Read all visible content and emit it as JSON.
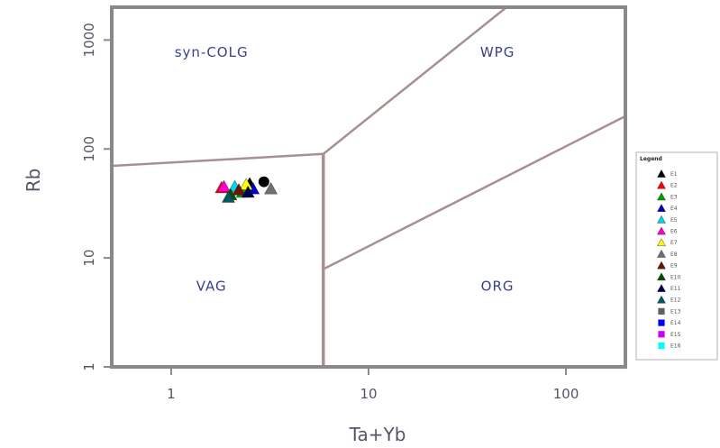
{
  "chart_data": {
    "type": "scatter",
    "title": "",
    "xlabel": "Ta+Yb",
    "ylabel": "Rb",
    "x_scale": "log",
    "y_scale": "log",
    "xlim": [
      0.5,
      200
    ],
    "ylim": [
      1,
      2000
    ],
    "x_ticks": [
      {
        "value": 1,
        "label": "1"
      },
      {
        "value": 10,
        "label": "10"
      },
      {
        "value": 100,
        "label": "100"
      }
    ],
    "y_ticks": [
      {
        "value": 1,
        "label": "1"
      },
      {
        "value": 10,
        "label": "10"
      },
      {
        "value": 100,
        "label": "100"
      },
      {
        "value": 1000,
        "label": "1000"
      }
    ],
    "grid": false,
    "legend_position": "right",
    "legend_title": "Legend",
    "boundaries": [
      {
        "points": [
          [
            0.5,
            70
          ],
          [
            5.9,
            90
          ]
        ]
      },
      {
        "points": [
          [
            5.9,
            90
          ],
          [
            5.9,
            1
          ]
        ]
      },
      {
        "points": [
          [
            5.9,
            90
          ],
          [
            50,
            2000
          ]
        ]
      },
      {
        "points": [
          [
            6,
            8
          ],
          [
            200,
            200
          ]
        ]
      }
    ],
    "fields": [
      {
        "label": "syn-COLG",
        "x": 1.6,
        "y": 700
      },
      {
        "label": "WPG",
        "x": 45,
        "y": 700
      },
      {
        "label": "VAG",
        "x": 1.6,
        "y": 5
      },
      {
        "label": "ORG",
        "x": 45,
        "y": 5
      }
    ],
    "series": [
      {
        "name": "E1",
        "marker": "triangle",
        "color": "#000000",
        "points": [
          [
            2.5,
            48
          ]
        ]
      },
      {
        "name": "E2",
        "marker": "triangle",
        "color": "#ff0000",
        "points": [
          [
            1.8,
            44
          ]
        ]
      },
      {
        "name": "E3",
        "marker": "triangle",
        "color": "#00a000",
        "points": [
          [
            2.3,
            40
          ]
        ]
      },
      {
        "name": "E4",
        "marker": "triangle",
        "color": "#0000cc",
        "points": [
          [
            2.6,
            43
          ]
        ]
      },
      {
        "name": "E5",
        "marker": "triangle",
        "color": "#00d8e8",
        "points": [
          [
            2.1,
            45
          ]
        ]
      },
      {
        "name": "E6",
        "marker": "triangle",
        "color": "#ff00cc",
        "points": [
          [
            1.85,
            45
          ]
        ]
      },
      {
        "name": "E7",
        "marker": "triangle",
        "color": "#ffff00",
        "points": [
          [
            2.4,
            47
          ]
        ]
      },
      {
        "name": "E8",
        "marker": "triangle",
        "color": "#707070",
        "points": [
          [
            3.2,
            43
          ]
        ]
      },
      {
        "name": "E9",
        "marker": "triangle",
        "color": "#6b1500",
        "points": [
          [
            2.2,
            42
          ]
        ]
      },
      {
        "name": "E10",
        "marker": "triangle",
        "color": "#005000",
        "points": [
          [
            2.0,
            38
          ]
        ]
      },
      {
        "name": "E11",
        "marker": "triangle",
        "color": "#000050",
        "points": [
          [
            2.45,
            40
          ]
        ]
      },
      {
        "name": "E12",
        "marker": "triangle",
        "color": "#005860",
        "points": [
          [
            1.95,
            36
          ]
        ]
      },
      {
        "name": "E13",
        "marker": "square",
        "color": "#606060",
        "points": []
      },
      {
        "name": "E14",
        "marker": "square",
        "color": "#0000ff",
        "points": []
      },
      {
        "name": "E15",
        "marker": "square",
        "color": "#cc00ff",
        "points": []
      },
      {
        "name": "E16",
        "marker": "square",
        "color": "#00ffff",
        "points": []
      },
      {
        "name": "",
        "marker": "circle",
        "color": "#000000",
        "points": [
          [
            2.95,
            50
          ]
        ]
      }
    ]
  }
}
